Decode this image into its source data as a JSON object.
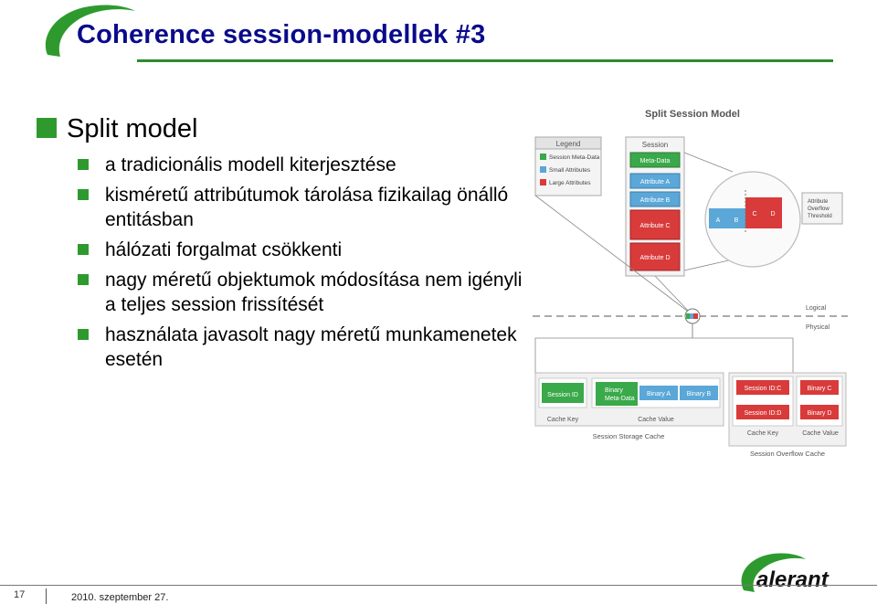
{
  "slide": {
    "title": "Coherence session-modellek #3",
    "main_bullet": "Split model",
    "sub_bullets": [
      "a tradicionális modell kiterjesztése",
      "kisméretű attribútumok tárolása fizikailag önálló entitásban",
      "hálózati forgalmat csökkenti",
      "nagy méretű objektumok módosítása nem igényli a teljes session frissítését",
      "használata javasolt nagy méretű munkamenetek esetén"
    ]
  },
  "diagram": {
    "title": "Split Session Model",
    "legend": {
      "title": "Legend",
      "items": [
        "Session Meta-Data",
        "Small Attributes",
        "Large Attributes"
      ]
    },
    "session": {
      "title": "Session",
      "rows": [
        "Meta-Data",
        "Attribute A",
        "Attribute B",
        "Attribute C",
        "Attribute D"
      ]
    },
    "zoom": {
      "small": [
        "A",
        "B"
      ],
      "large": [
        "C",
        "D"
      ]
    },
    "overflow_label_lines": [
      "Attribute",
      "Overflow",
      "Threshold"
    ],
    "logical_label": "Logical",
    "physical_label": "Physical",
    "storage": {
      "key": "Session ID",
      "value_meta": [
        "Binary",
        "Meta-Data"
      ],
      "binary_a": "Binary A",
      "binary_b": "Binary B",
      "key_label": "Cache Key",
      "value_label": "Cache Value",
      "caption": "Session Storage Cache"
    },
    "overflow": {
      "keys": [
        "Session ID:C",
        "Session ID:D"
      ],
      "values": [
        "Binary C",
        "Binary D"
      ],
      "key_label": "Cache Key",
      "value_label": "Cache Value",
      "caption": "Session Overflow Cache"
    }
  },
  "footer": {
    "page": "17",
    "date": "2010. szeptember 27.",
    "brand": "alerant"
  },
  "colors": {
    "title": "#0a0a8c",
    "accent_green": "#2e9a2e",
    "meta": "#3aa94a",
    "small": "#5aa7d8",
    "large": "#d93a3a"
  }
}
